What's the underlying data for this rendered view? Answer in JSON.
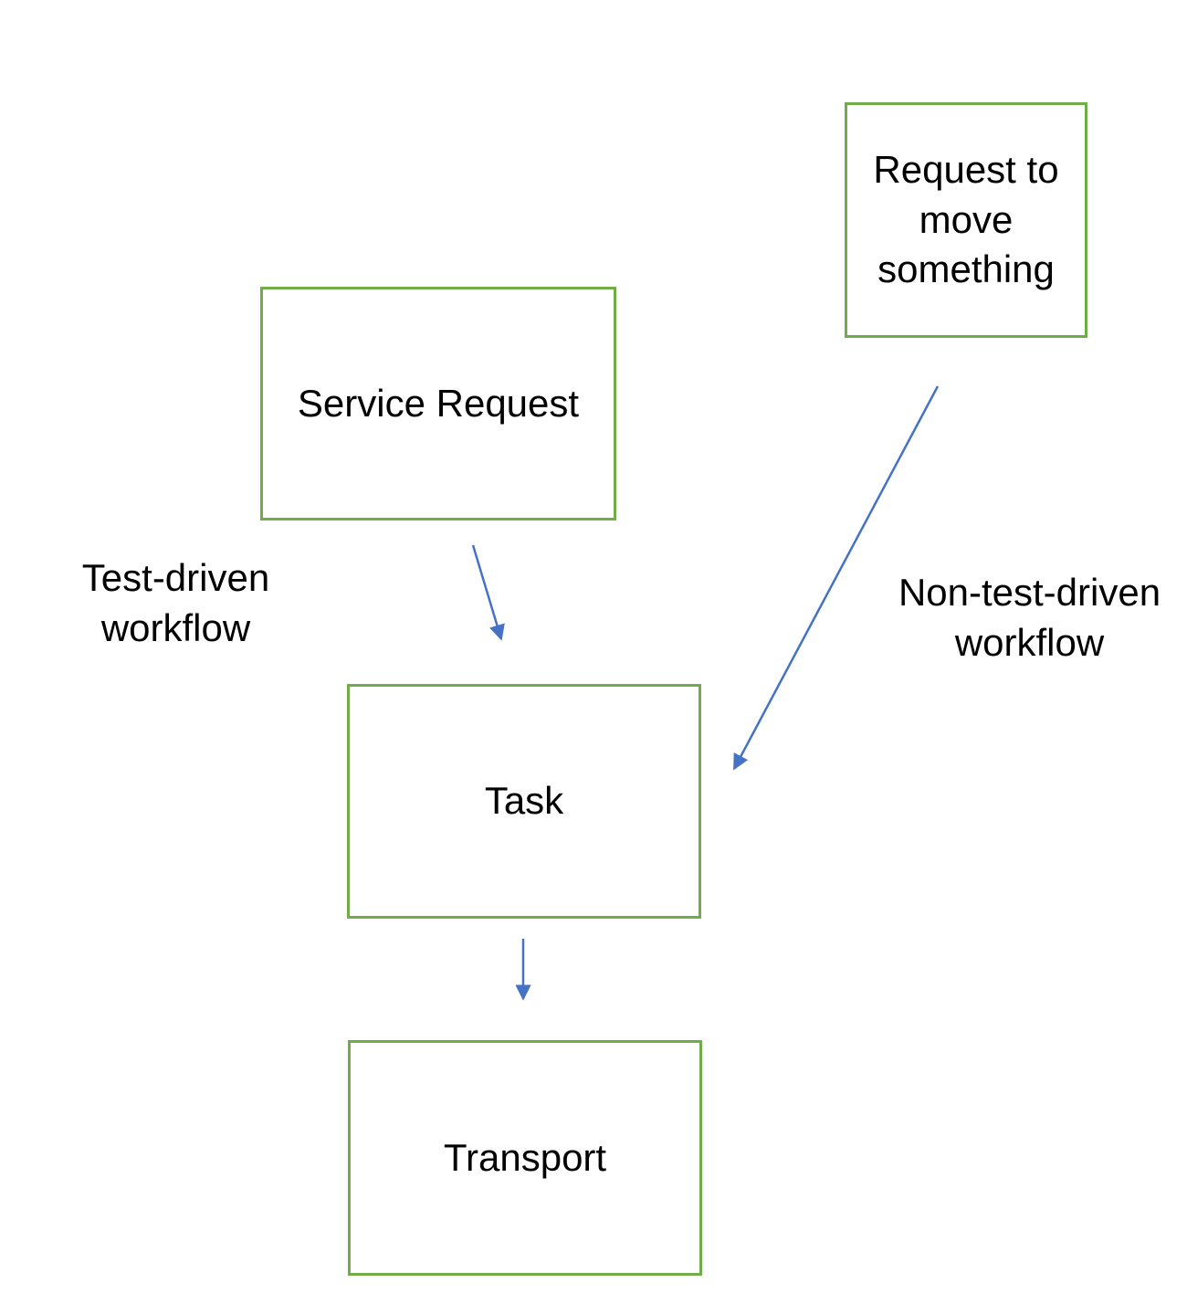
{
  "diagram": {
    "type": "flowchart",
    "colors": {
      "box_border": "#70AD47",
      "arrow": "#4472C4",
      "text": "#000000",
      "background": "#FFFFFF"
    },
    "nodes": {
      "request_move": {
        "label": "Request to move something"
      },
      "service_request": {
        "label": "Service Request"
      },
      "task": {
        "label": "Task"
      },
      "transport": {
        "label": "Transport"
      }
    },
    "annotations": {
      "test_driven": {
        "label": "Test-driven workflow"
      },
      "non_test_driven": {
        "label": "Non-test-driven workflow"
      }
    },
    "edges": [
      {
        "from": "Service Request",
        "to": "Task",
        "workflow": "Test-driven workflow"
      },
      {
        "from": "Request to move something",
        "to": "Task",
        "workflow": "Non-test-driven workflow"
      },
      {
        "from": "Task",
        "to": "Transport",
        "workflow": ""
      }
    ]
  }
}
